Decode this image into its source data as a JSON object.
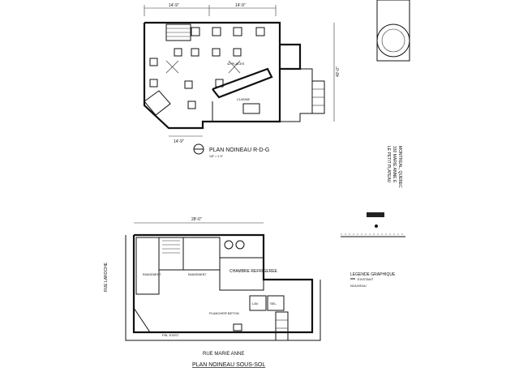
{
  "ground_floor": {
    "title": "PLAN NOINEAU R-D-G",
    "scale": "1/8\" = 1'-0\"",
    "dims": {
      "top_left": "14'-9\"",
      "top_right": "14'-9\"",
      "bottom": "14'-9\"",
      "right": "40'-0\""
    },
    "room_kitchen": "CUISINE",
    "seating": "42 PLACES"
  },
  "basement": {
    "title": "PLAN NOINEAU SOUS-SOL",
    "street": "RUE MARIE ANNE",
    "side_street": "RUE LAROCHE",
    "width_dim": "28'-0\"",
    "cold_room": "CHAMBRE REFRIGEREE",
    "lav": "LAV.",
    "sel": "SEL.",
    "floor": "PLANCHER BETON",
    "finish": "FIN. EXIST.",
    "storage_1": "RANGEMENT",
    "storage_2": "RANGEMENT"
  },
  "title_block": {
    "project": "LE PETIT PLATEAU",
    "address": "330 MARIE ANNE E",
    "city": "MONTREAL, QUEBEC"
  },
  "legend": {
    "heading": "LEGENDE GRAPHIQUE",
    "line1": "EXISTANT",
    "line2": "NOUVEAU"
  }
}
